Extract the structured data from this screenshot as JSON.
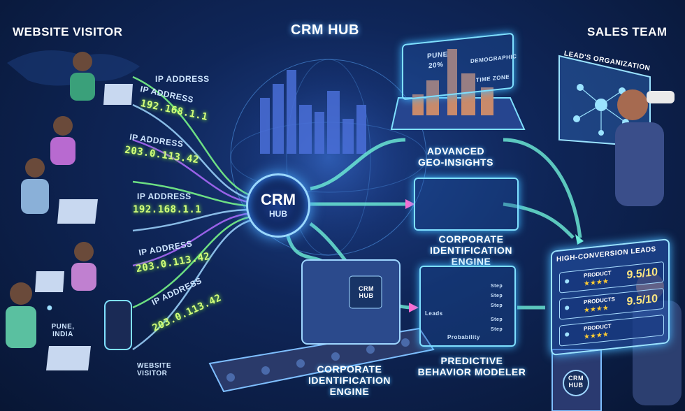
{
  "header": {
    "title": "CRM HUB",
    "left_title": "WEBSITE VISITOR",
    "right_title": "SALES TEAM"
  },
  "visitors": {
    "ip_label": "IP ADDRESS",
    "ips": [
      "192.168.1.1",
      "203.0.113.42",
      "192.168.1.1",
      "203.0.113.42",
      "203.0.113.42"
    ],
    "location_pin": "PUNE, INDIA",
    "bottom_label": "WEBSITE VISITOR"
  },
  "hub": {
    "line1": "CRM",
    "line2": "HUB"
  },
  "modules": {
    "geo": {
      "title": "ADVANCED GEO-INSIGHTS",
      "tag_city": "PUNE",
      "tag_pct": "20%",
      "tag_demo": "DEMOGRAPHIC",
      "tag_tz": "TIME ZONE"
    },
    "corp_engine": {
      "title": "CORPORATE IDENTIFICATION ENGINE"
    },
    "corp_conveyor": {
      "title": "CORPORATE IDENTIFICATION ENGINE",
      "box_label": "CRM HUB"
    },
    "predictive": {
      "title": "PREDICTIVE BEHAVIOR MODELER",
      "leads": "Leads",
      "probability": "Probability",
      "steps": [
        "Step",
        "Step",
        "Step",
        "Step",
        "Step"
      ]
    }
  },
  "sales": {
    "org_title": "LEAD'S ORGANIZATION",
    "leads_title": "HIGH-CONVERSION LEADS",
    "rows": [
      {
        "label": "PRODUCT",
        "score": "9.5/10"
      },
      {
        "label": "PRODUCTS",
        "score": "9.5/10"
      },
      {
        "label": "PRODUCT",
        "score": ""
      }
    ],
    "kiosk_label": "CRM HUB"
  },
  "colors": {
    "accent": "#4ab8ff",
    "ip_text": "#d4ff7a",
    "stream_purple": "#b06bff",
    "stream_green": "#7dff8a",
    "star": "#ffcc33"
  }
}
